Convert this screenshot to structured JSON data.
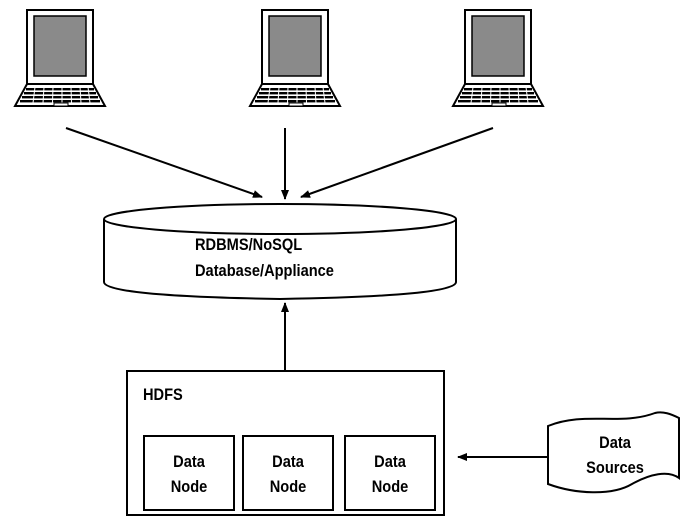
{
  "clients": [
    {
      "name": "laptop-1"
    },
    {
      "name": "laptop-2"
    },
    {
      "name": "laptop-3"
    }
  ],
  "database": {
    "line1": "RDBMS/NoSQL",
    "line2": "Database/Appliance"
  },
  "hdfs": {
    "title": "HDFS",
    "nodes": [
      {
        "line1": "Data",
        "line2": "Node"
      },
      {
        "line1": "Data",
        "line2": "Node"
      },
      {
        "line1": "Data",
        "line2": "Node"
      }
    ]
  },
  "sources": {
    "line1": "Data",
    "line2": "Sources"
  },
  "icons": [
    "laptop-icon",
    "database-cylinder-icon",
    "document-icon",
    "arrow-icon"
  ]
}
